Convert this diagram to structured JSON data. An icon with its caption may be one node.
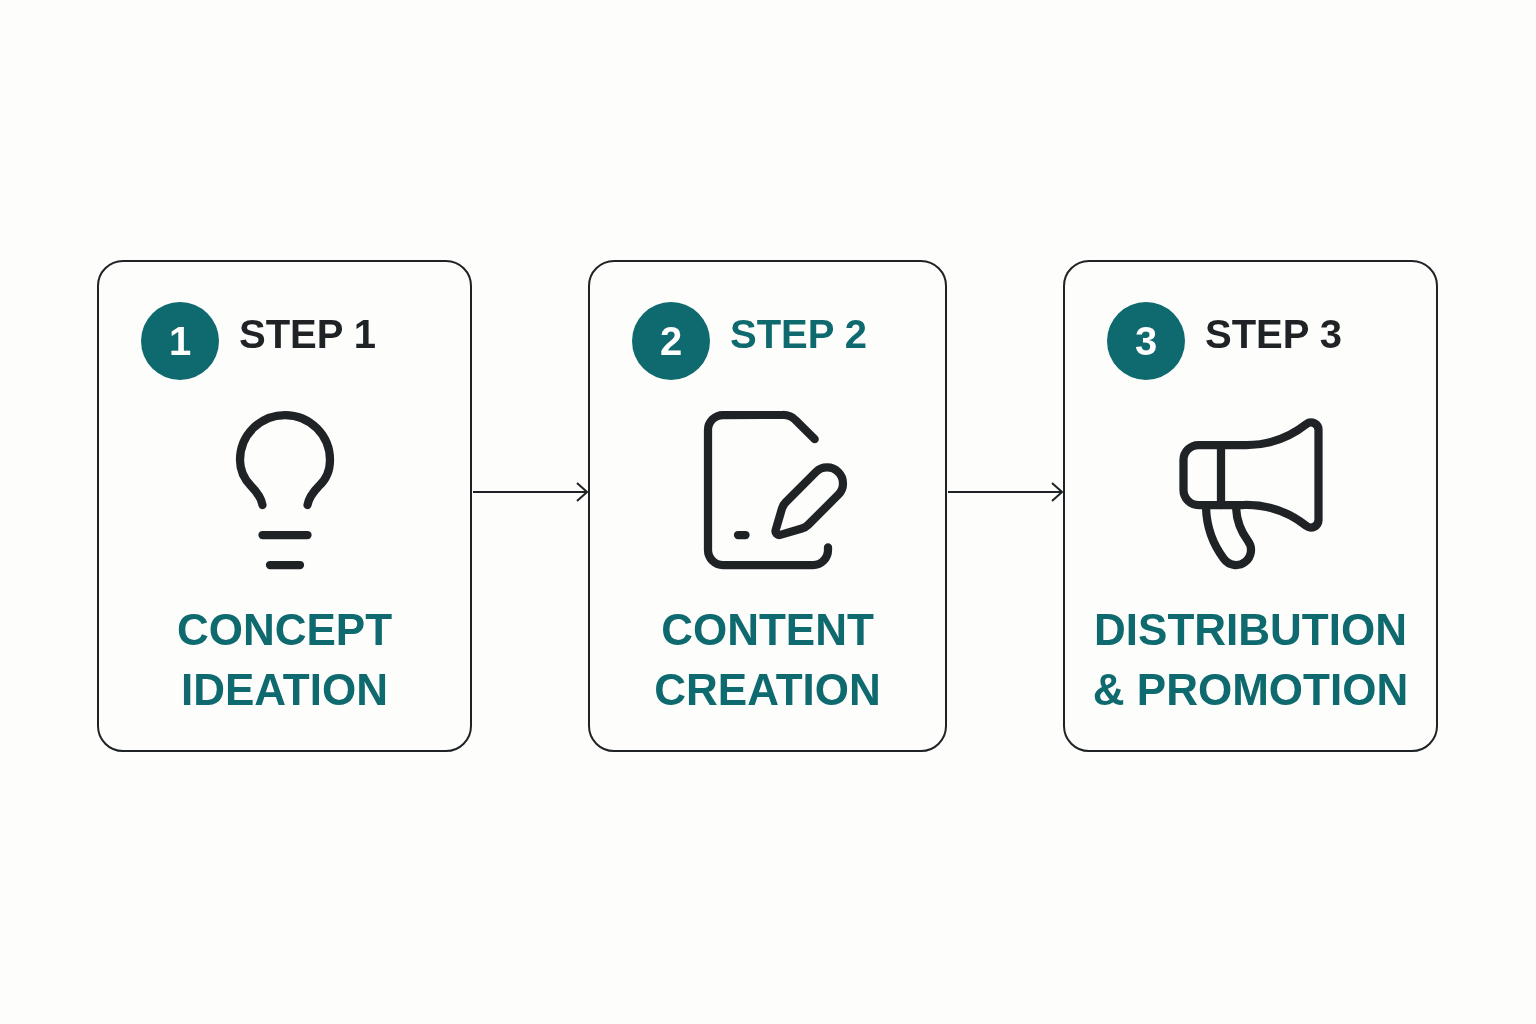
{
  "diagram": {
    "nodes": [
      {
        "text": [
          "STEP 1",
          "CONCEPT IDEATION"
        ]
      },
      {
        "text": [
          "1"
        ],
        "in": 0
      },
      {
        "text": [
          "STEP 2",
          "CONTENT CREATION"
        ]
      },
      {
        "text": [
          "2"
        ],
        "in": 2
      },
      {
        "text": [
          "STEP 3",
          "DISTRIBUTION & PROMOTION"
        ]
      },
      {
        "text": [
          "3"
        ],
        "in": 4
      }
    ],
    "edges": [
      {
        "from": 0,
        "to": 2,
        "arrow": "to"
      },
      {
        "from": 2,
        "to": 4,
        "arrow": "to"
      }
    ]
  }
}
